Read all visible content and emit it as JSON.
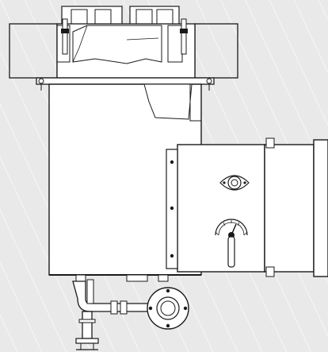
{
  "figure": {
    "style": "line-art technical illustration (no printed text)",
    "colors": {
      "background": "#e9e9e9",
      "background_lines": "#f6f6f6",
      "line": "#1a1a1a",
      "body_fill": "#ffffff",
      "concrete_fill": "#f1f1f1",
      "hatch": "#333333"
    },
    "components": [
      "concrete-slab",
      "top-flange-plate",
      "main-housing",
      "side-duct-section",
      "inspection-port",
      "damper-dial-handle",
      "duct-support-bands",
      "pipe-assembly",
      "pipe-flange"
    ]
  }
}
